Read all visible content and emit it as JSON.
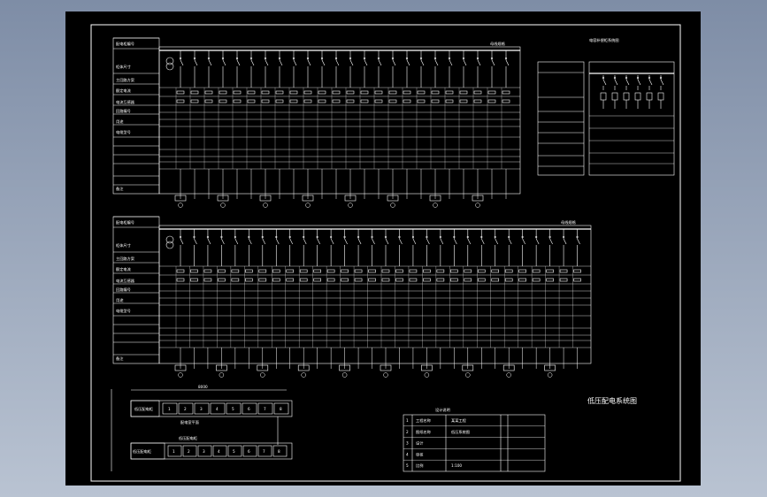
{
  "colors": {
    "background": "#7e8da6",
    "sheet": "#000000",
    "line": "#ffffff",
    "accent": "#d8d800"
  },
  "panel_top": {
    "headers": [
      "配电柜编号",
      "柜体尺寸",
      "主回路方案",
      "额定电流",
      "电流互感器",
      "回路编号",
      "用途",
      "电缆型号"
    ],
    "top_bus_label": "母线规格",
    "bottom_label": "备注"
  },
  "panel_top_small": {
    "title": "电容补偿柜系统图"
  },
  "panel_bottom": {
    "headers": [
      "配电柜编号",
      "柜体尺寸",
      "主回路方案",
      "额定电流",
      "电流互感器",
      "回路编号",
      "用途",
      "电缆型号"
    ],
    "top_bus_label": "母线规格",
    "bottom_label": "备注"
  },
  "layout_plan": {
    "row1_label": "低压配电柜",
    "row1_cells": [
      "1",
      "2",
      "3",
      "4",
      "5",
      "6",
      "7",
      "8"
    ],
    "middle_label": "配电室平面",
    "row2_label": "低压配电柜",
    "row2_cells": [
      "1",
      "2",
      "3",
      "4",
      "5",
      "6",
      "7",
      "8"
    ],
    "dimension": "8000"
  },
  "drawing_title": "低压配电系统图",
  "title_block": {
    "header": "设计说明",
    "rows": [
      [
        "1",
        "工程名称",
        "某某工程"
      ],
      [
        "2",
        "图纸名称",
        "低压系统图"
      ],
      [
        "3",
        "设计",
        ""
      ],
      [
        "4",
        "审核",
        ""
      ],
      [
        "5",
        "比例",
        "1:100"
      ]
    ]
  }
}
